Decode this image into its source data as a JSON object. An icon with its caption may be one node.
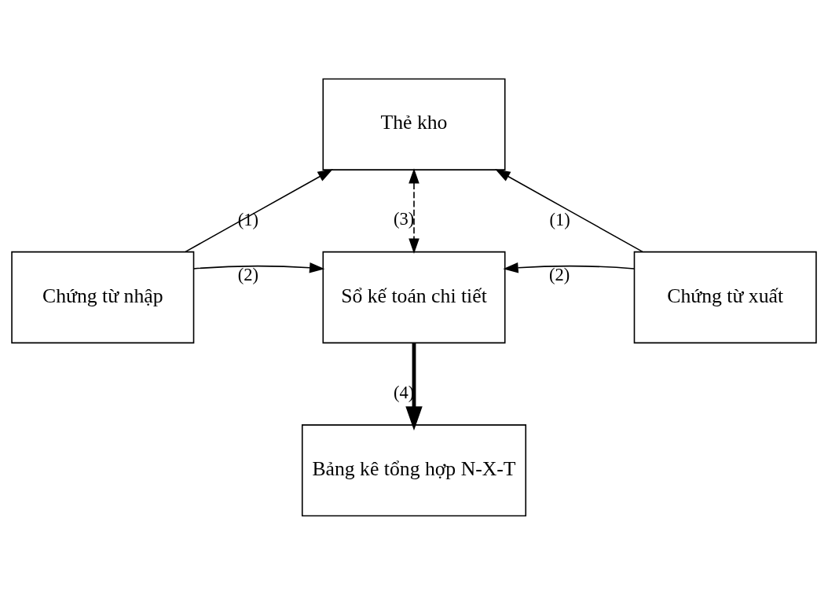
{
  "diagram": {
    "nodes": [
      {
        "text": [
          "Thẻ kho"
        ]
      },
      {
        "text": [
          "Chứng từ nhập"
        ]
      },
      {
        "text": [
          "Sổ kế toán chi tiết"
        ]
      },
      {
        "text": [
          "Chứng từ xuất"
        ]
      },
      {
        "text": [
          "Bảng kê tổng hợp N-X-T"
        ]
      }
    ],
    "edges": [
      {
        "from": 1,
        "to": 0,
        "arrow": "to",
        "label": "(1)"
      },
      {
        "from": 1,
        "to": 2,
        "arrow": "to",
        "label": "(2)"
      },
      {
        "from": 3,
        "to": 0,
        "arrow": "to",
        "label": "(1)"
      },
      {
        "from": 3,
        "to": 2,
        "arrow": "to",
        "label": "(2)"
      },
      {
        "from": 0,
        "to": 2,
        "arrow": "both",
        "style": "dashed",
        "label": "(3)"
      },
      {
        "from": 2,
        "to": 4,
        "arrow": "to",
        "style": "thick",
        "label": "(4)"
      }
    ]
  }
}
